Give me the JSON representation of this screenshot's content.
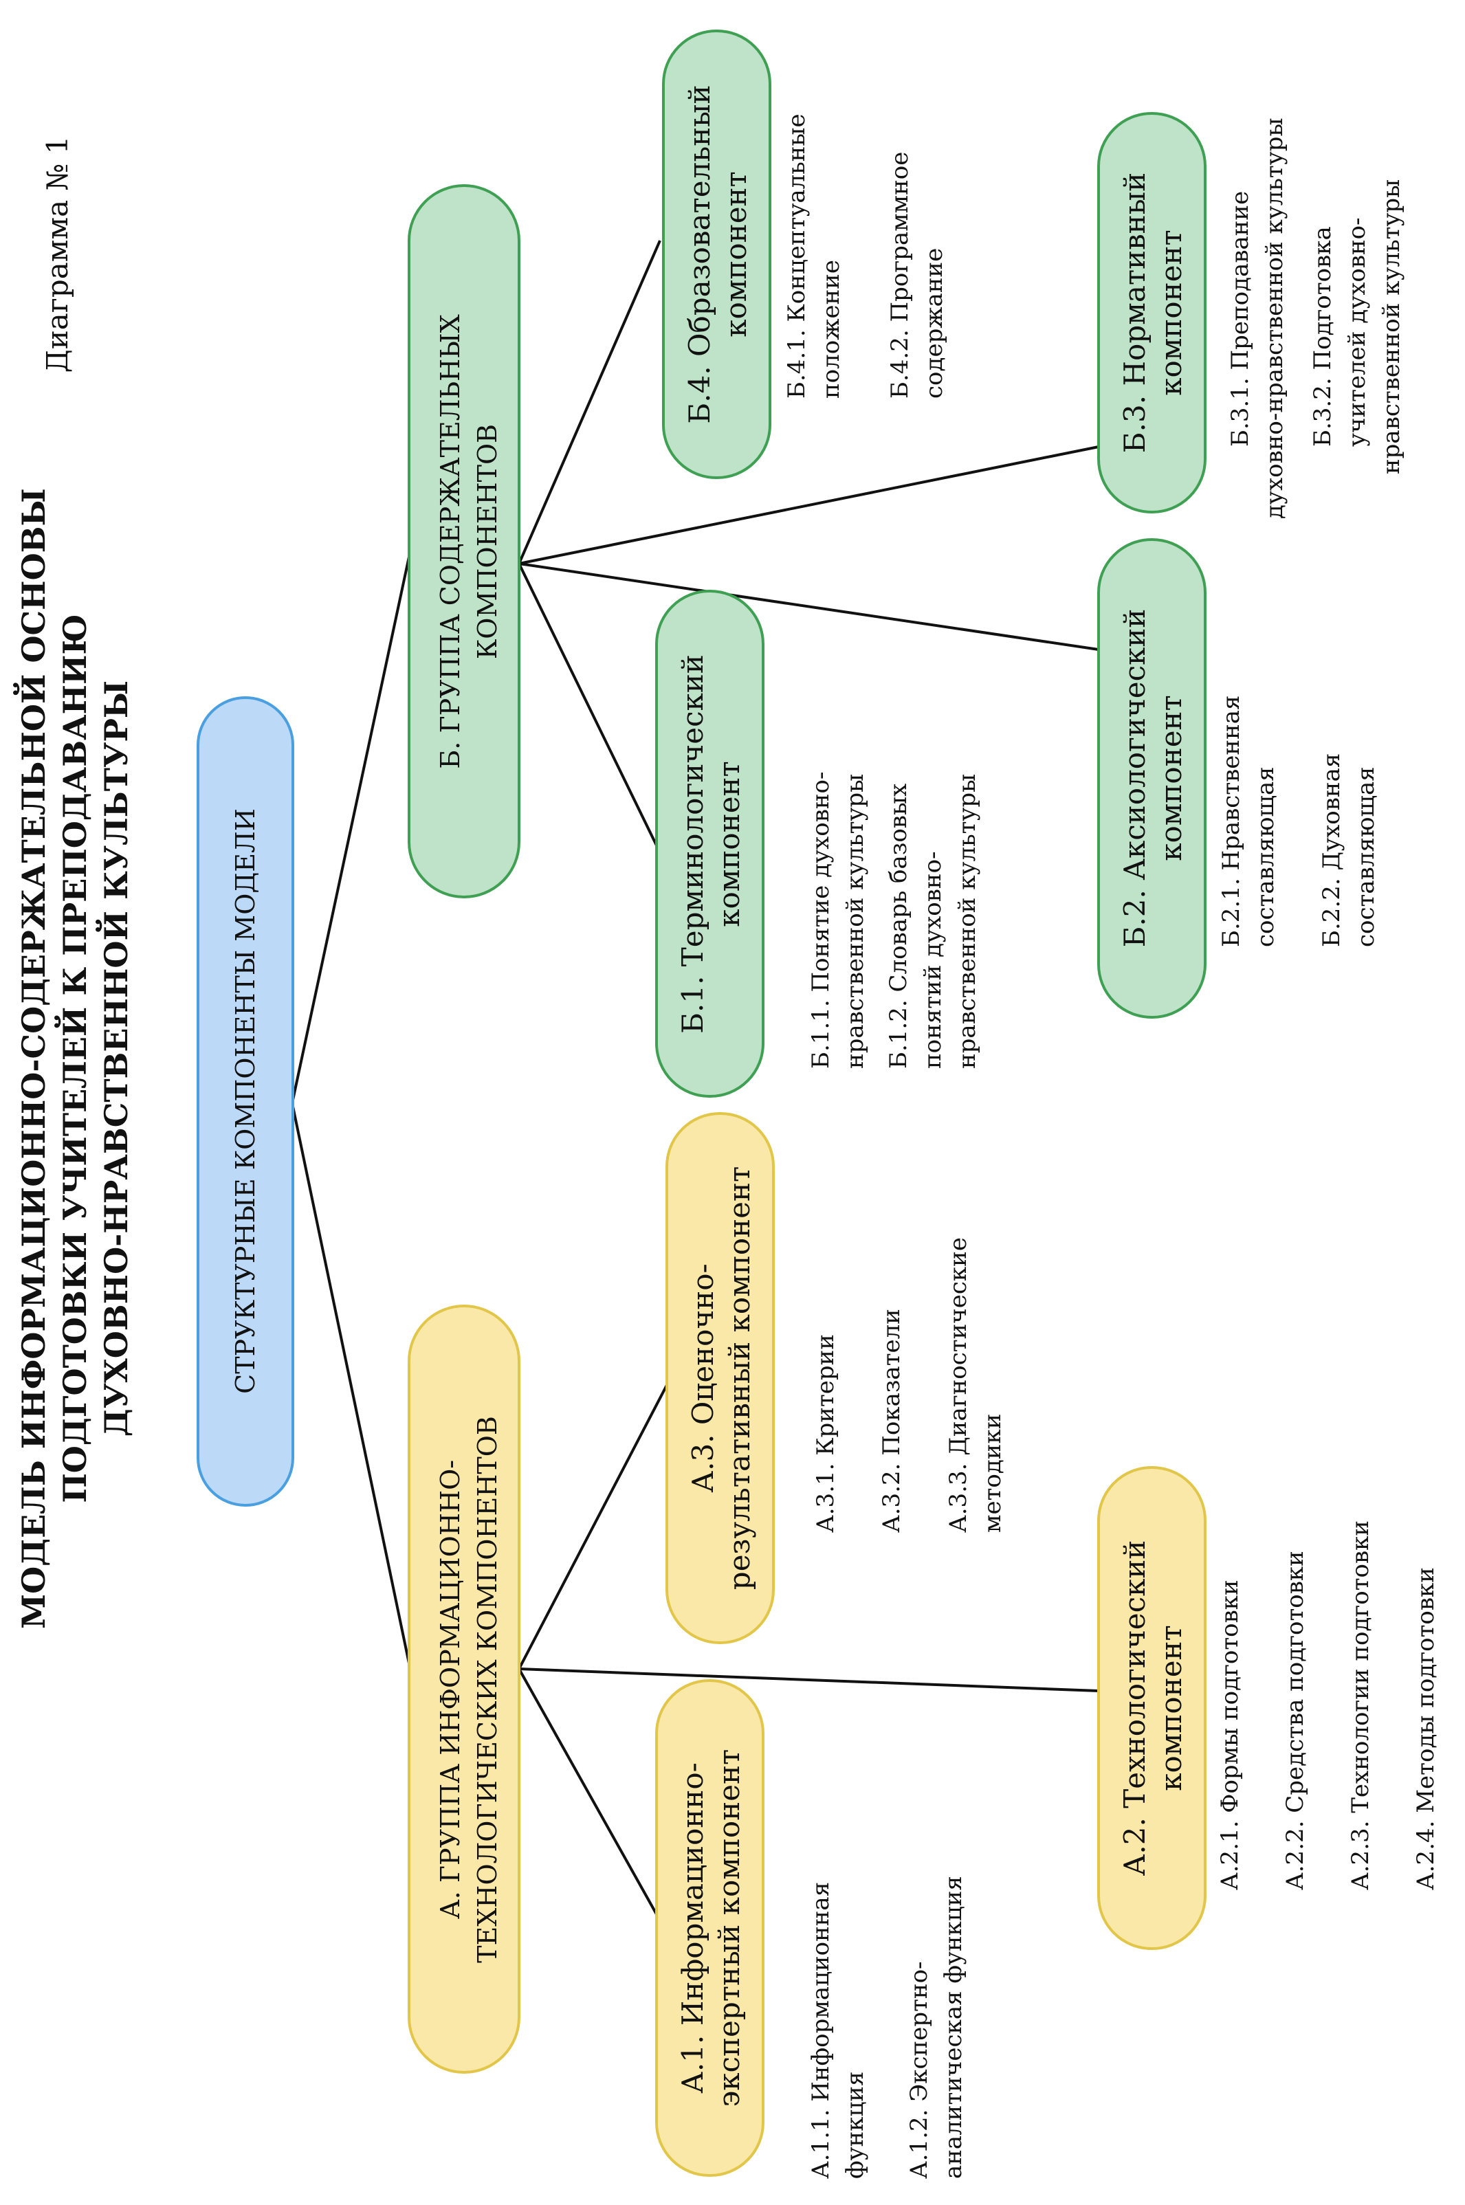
{
  "diagram": {
    "caption": "Диаграмма № 1",
    "title": [
      "МОДЕЛЬ ИНФОРМАЦИОННО-СОДЕРЖАТЕЛЬНОЙ ОСНОВЫ",
      "ПОДГОТОВКИ УЧИТЕЛЕЙ К ПРЕПОДАВАНИЮ",
      "ДУХОВНО-НРАВСТВЕННОЙ КУЛЬТУРЫ"
    ],
    "root": {
      "label": "СТРУКТУРНЫЕ КОМПОНЕНТЫ МОДЕЛИ",
      "fill": "#bcd9f7",
      "stroke": "#4a9fe0"
    },
    "group_a": {
      "label": [
        "А. ГРУППА ИНФОРМАЦИОННО-",
        "ТЕХНОЛОГИЧЕСКИХ КОМПОНЕНТОВ"
      ],
      "fill": "#f9e8a8",
      "stroke": "#e2c64a",
      "components": {
        "a1": {
          "label": [
            "А.1. Информационно-",
            "экспертный компонент"
          ],
          "items": [
            [
              "А.1.1. Информационная",
              "функция"
            ],
            [
              "А.1.2. Экспертно-",
              "аналитическая функция"
            ]
          ]
        },
        "a3": {
          "label": [
            "А.3. Оценочно-",
            "результативный компонент"
          ],
          "items": [
            [
              "А.3.1. Критерии"
            ],
            [
              "А.3.2. Показатели"
            ],
            [
              "А.3.3. Диагностические",
              "методики"
            ]
          ]
        },
        "a2": {
          "label": [
            "А.2. Технологический",
            "компонент"
          ],
          "items": [
            [
              "А.2.1. Формы подготовки"
            ],
            [
              "А.2.2. Средства подготовки"
            ],
            [
              "А.2.3. Технологии подготовки"
            ],
            [
              "А.2.4. Методы подготовки"
            ]
          ]
        }
      }
    },
    "group_b": {
      "label": [
        "Б. ГРУППА СОДЕРЖАТЕЛЬНЫХ",
        "КОМПОНЕНТОВ"
      ],
      "fill": "#bfe3c8",
      "stroke": "#3fa054",
      "components": {
        "b1": {
          "label": [
            "Б.1. Терминологический",
            "компонент"
          ],
          "items": [
            [
              "Б.1.1. Понятие духовно-",
              "нравственной культуры"
            ],
            [
              "Б.1.2. Словарь базовых",
              "понятий духовно-",
              "нравственной культуры"
            ]
          ]
        },
        "b4": {
          "label": [
            "Б.4. Образовательный",
            "компонент"
          ],
          "items": [
            [
              "Б.4.1. Концептуальные",
              "положение"
            ],
            [
              "Б.4.2. Программное",
              "содержание"
            ]
          ]
        },
        "b2": {
          "label": [
            "Б.2. Аксиологический",
            "компонент"
          ],
          "items": [
            [
              "Б.2.1. Нравственная",
              "составляющая"
            ],
            [
              "Б.2.2. Духовная",
              "составляющая"
            ]
          ]
        },
        "b3": {
          "label": [
            "Б.3. Нормативный",
            "компонент"
          ],
          "items": [
            [
              "Б.3.1. Преподавание",
              "духовно-нравственной культуры"
            ],
            [
              "Б.3.2. Подготовка",
              "учителей духовно-",
              "нравственной культуры"
            ]
          ]
        }
      }
    }
  }
}
